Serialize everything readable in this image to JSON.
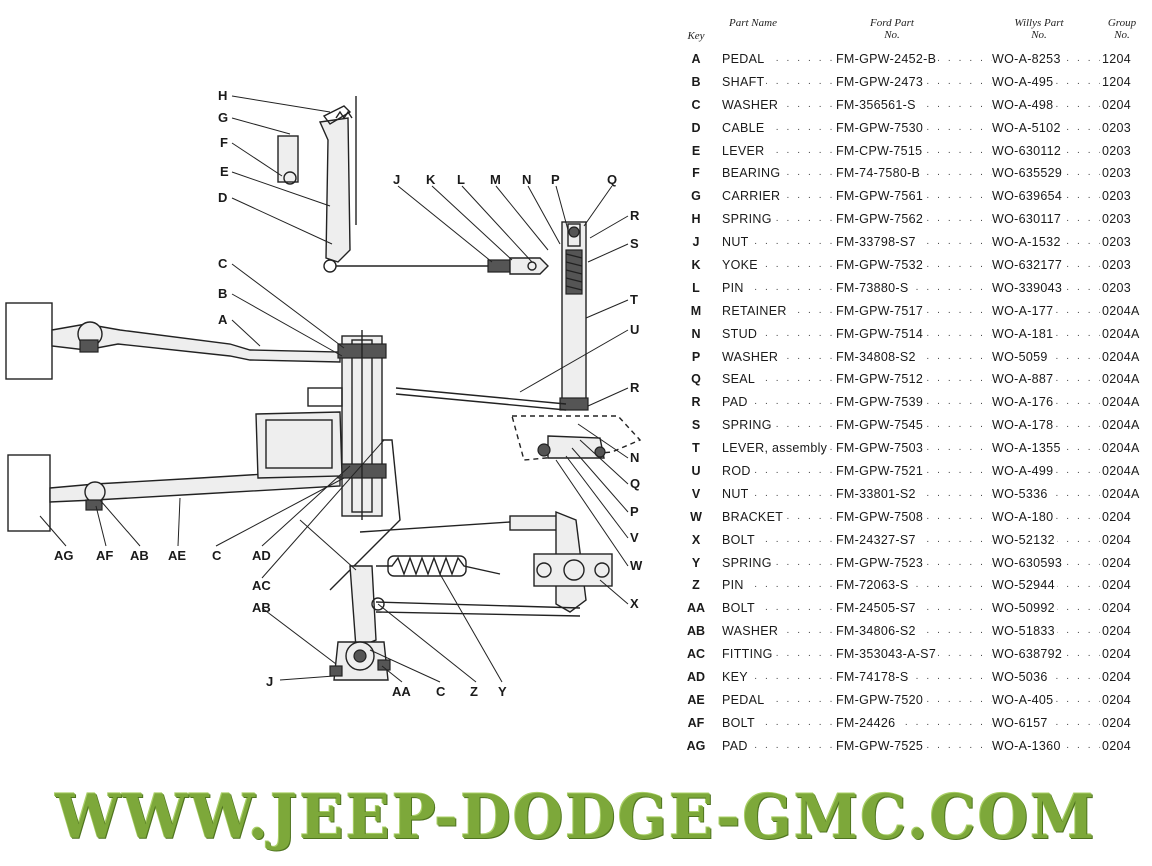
{
  "table": {
    "headers": {
      "key": "Key",
      "part_name": "Part Name",
      "ford_part_no": "Ford Part No.",
      "willys_part_no": "Willys Part No.",
      "group_no": "Group No."
    },
    "rows": [
      {
        "key": "A",
        "name": "PEDAL",
        "ford": "FM-GPW-2452-B",
        "willys": "WO-A-8253",
        "group": "1204"
      },
      {
        "key": "B",
        "name": "SHAFT",
        "ford": "FM-GPW-2473",
        "willys": "WO-A-495",
        "group": "1204"
      },
      {
        "key": "C",
        "name": "WASHER",
        "ford": "FM-356561-S",
        "willys": "WO-A-498",
        "group": "0204"
      },
      {
        "key": "D",
        "name": "CABLE",
        "ford": "FM-GPW-7530",
        "willys": "WO-A-5102",
        "group": "0203"
      },
      {
        "key": "E",
        "name": "LEVER",
        "ford": "FM-CPW-7515",
        "willys": "WO-630112",
        "group": "0203"
      },
      {
        "key": "F",
        "name": "BEARING",
        "ford": "FM-74-7580-B",
        "willys": "WO-635529",
        "group": "0203"
      },
      {
        "key": "G",
        "name": "CARRIER",
        "ford": "FM-GPW-7561",
        "willys": "WO-639654",
        "group": "0203"
      },
      {
        "key": "H",
        "name": "SPRING",
        "ford": "FM-GPW-7562",
        "willys": "WO-630117",
        "group": "0203"
      },
      {
        "key": "J",
        "name": "NUT",
        "ford": "FM-33798-S7",
        "willys": "WO-A-1532",
        "group": "0203"
      },
      {
        "key": "K",
        "name": "YOKE",
        "ford": "FM-GPW-7532",
        "willys": "WO-632177",
        "group": "0203"
      },
      {
        "key": "L",
        "name": "PIN",
        "ford": "FM-73880-S",
        "willys": "WO-339043",
        "group": "0203"
      },
      {
        "key": "M",
        "name": "RETAINER",
        "ford": "FM-GPW-7517",
        "willys": "WO-A-177",
        "group": "0204A"
      },
      {
        "key": "N",
        "name": "STUD",
        "ford": "FM-GPW-7514",
        "willys": "WO-A-181",
        "group": "0204A"
      },
      {
        "key": "P",
        "name": "WASHER",
        "ford": "FM-34808-S2",
        "willys": "WO-5059",
        "group": "0204A"
      },
      {
        "key": "Q",
        "name": "SEAL",
        "ford": "FM-GPW-7512",
        "willys": "WO-A-887",
        "group": "0204A"
      },
      {
        "key": "R",
        "name": "PAD",
        "ford": "FM-GPW-7539",
        "willys": "WO-A-176",
        "group": "0204A"
      },
      {
        "key": "S",
        "name": "SPRING",
        "ford": "FM-GPW-7545",
        "willys": "WO-A-178",
        "group": "0204A"
      },
      {
        "key": "T",
        "name": "LEVER, assembly",
        "ford": "FM-GPW-7503",
        "willys": "WO-A-1355",
        "group": "0204A"
      },
      {
        "key": "U",
        "name": "ROD",
        "ford": "FM-GPW-7521",
        "willys": "WO-A-499",
        "group": "0204A"
      },
      {
        "key": "V",
        "name": "NUT",
        "ford": "FM-33801-S2",
        "willys": "WO-5336",
        "group": "0204A"
      },
      {
        "key": "W",
        "name": "BRACKET",
        "ford": "FM-GPW-7508",
        "willys": "WO-A-180",
        "group": "0204"
      },
      {
        "key": "X",
        "name": "BOLT",
        "ford": "FM-24327-S7",
        "willys": "WO-52132",
        "group": "0204"
      },
      {
        "key": "Y",
        "name": "SPRING",
        "ford": "FM-GPW-7523",
        "willys": "WO-630593",
        "group": "0204"
      },
      {
        "key": "Z",
        "name": "PIN",
        "ford": "FM-72063-S",
        "willys": "WO-52944",
        "group": "0204"
      },
      {
        "key": "AA",
        "name": "BOLT",
        "ford": "FM-24505-S7",
        "willys": "WO-50992",
        "group": "0204"
      },
      {
        "key": "AB",
        "name": "WASHER",
        "ford": "FM-34806-S2",
        "willys": "WO-51833",
        "group": "0204"
      },
      {
        "key": "AC",
        "name": "FITTING",
        "ford": "FM-353043-A-S7",
        "willys": "WO-638792",
        "group": "0204"
      },
      {
        "key": "AD",
        "name": "KEY",
        "ford": "FM-74178-S",
        "willys": "WO-5036",
        "group": "0204"
      },
      {
        "key": "AE",
        "name": "PEDAL",
        "ford": "FM-GPW-7520",
        "willys": "WO-A-405",
        "group": "0204"
      },
      {
        "key": "AF",
        "name": "BOLT",
        "ford": "FM-24426",
        "willys": "WO-6157",
        "group": "0204"
      },
      {
        "key": "AG",
        "name": "PAD",
        "ford": "FM-GPW-7525",
        "willys": "WO-A-1360",
        "group": "0204"
      }
    ]
  },
  "diagram": {
    "callouts": [
      "H",
      "G",
      "F",
      "E",
      "D",
      "J",
      "K",
      "L",
      "M",
      "N",
      "P",
      "Q",
      "R",
      "S",
      "T",
      "U",
      "R",
      "N",
      "Q",
      "P",
      "V",
      "W",
      "X",
      "C",
      "B",
      "A",
      "AG",
      "AF",
      "AB",
      "AE",
      "C",
      "AD",
      "AC",
      "AB",
      "J",
      "AA",
      "C",
      "Z",
      "Y"
    ]
  },
  "watermark": {
    "text": "WWW.JEEP-DODGE-GMC.COM",
    "color": "#7da83a"
  }
}
